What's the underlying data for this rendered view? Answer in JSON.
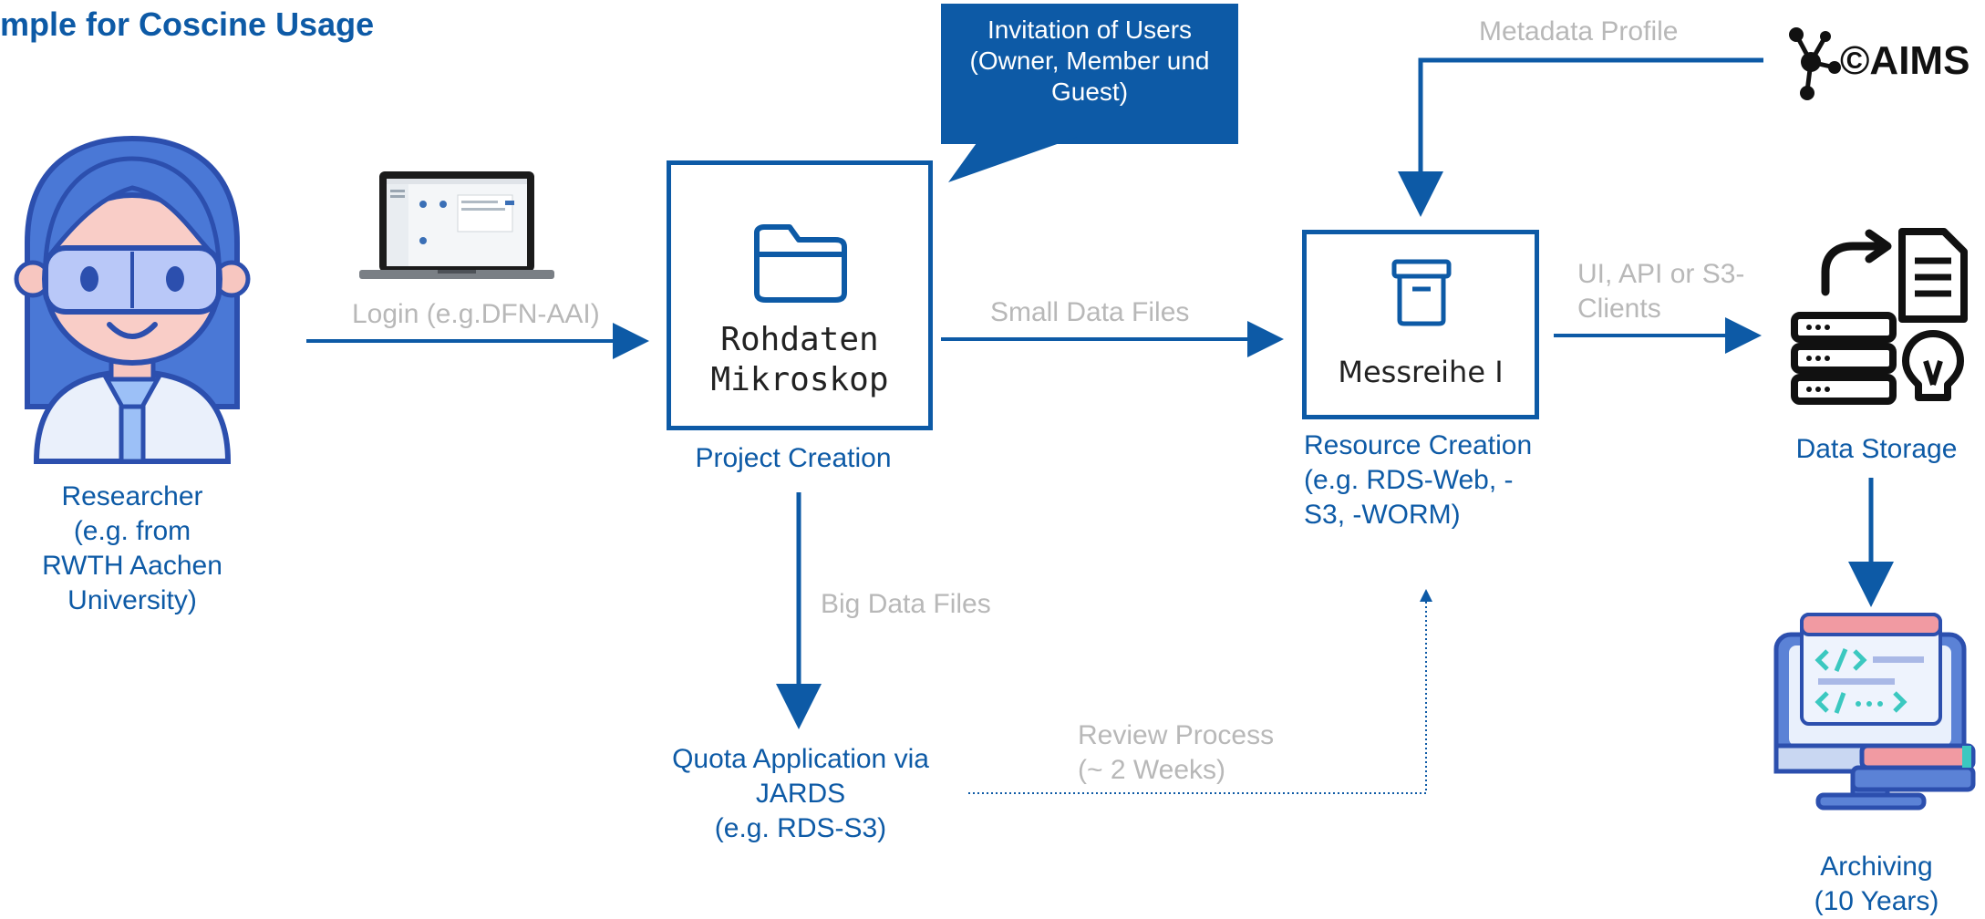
{
  "title": "mple for Coscine Usage",
  "researcher": {
    "label_lines": [
      "Researcher",
      "(e.g. from",
      "RWTH Aachen",
      "University)"
    ]
  },
  "login": {
    "label": "Login (e.g.DFN-AAI)"
  },
  "project": {
    "box_line1": "Rohdaten",
    "box_line2": "Mikroskop",
    "caption": "Project Creation"
  },
  "callout": {
    "lines": [
      "Invitation of Users",
      "(Owner, Member und",
      "Guest)"
    ]
  },
  "small_data": {
    "label": "Small Data Files"
  },
  "big_data": {
    "label": "Big Data Files"
  },
  "quota": {
    "label_lines": [
      "Quota Application via",
      "JARDS",
      "(e.g. RDS-S3)"
    ]
  },
  "review": {
    "label_lines": [
      "Review Process",
      "(~ 2 Weeks)"
    ]
  },
  "resource": {
    "box_text": "Messreihe I",
    "caption_lines": [
      "Resource Creation",
      "(e.g. RDS-Web, -",
      "S3, -WORM)"
    ]
  },
  "metadata": {
    "label": "Metadata Profile"
  },
  "aims": {
    "logo_text": "©AIMS"
  },
  "ui_api": {
    "label_lines": [
      "UI, API or S3-",
      "Clients"
    ]
  },
  "storage": {
    "caption": "Data Storage"
  },
  "archiving": {
    "caption_lines": [
      "Archiving",
      "(10 Years)"
    ]
  },
  "colors": {
    "accent": "#0d5aa6",
    "muted": "#b8b8b8",
    "callout_bg": "#0d5aa6"
  }
}
